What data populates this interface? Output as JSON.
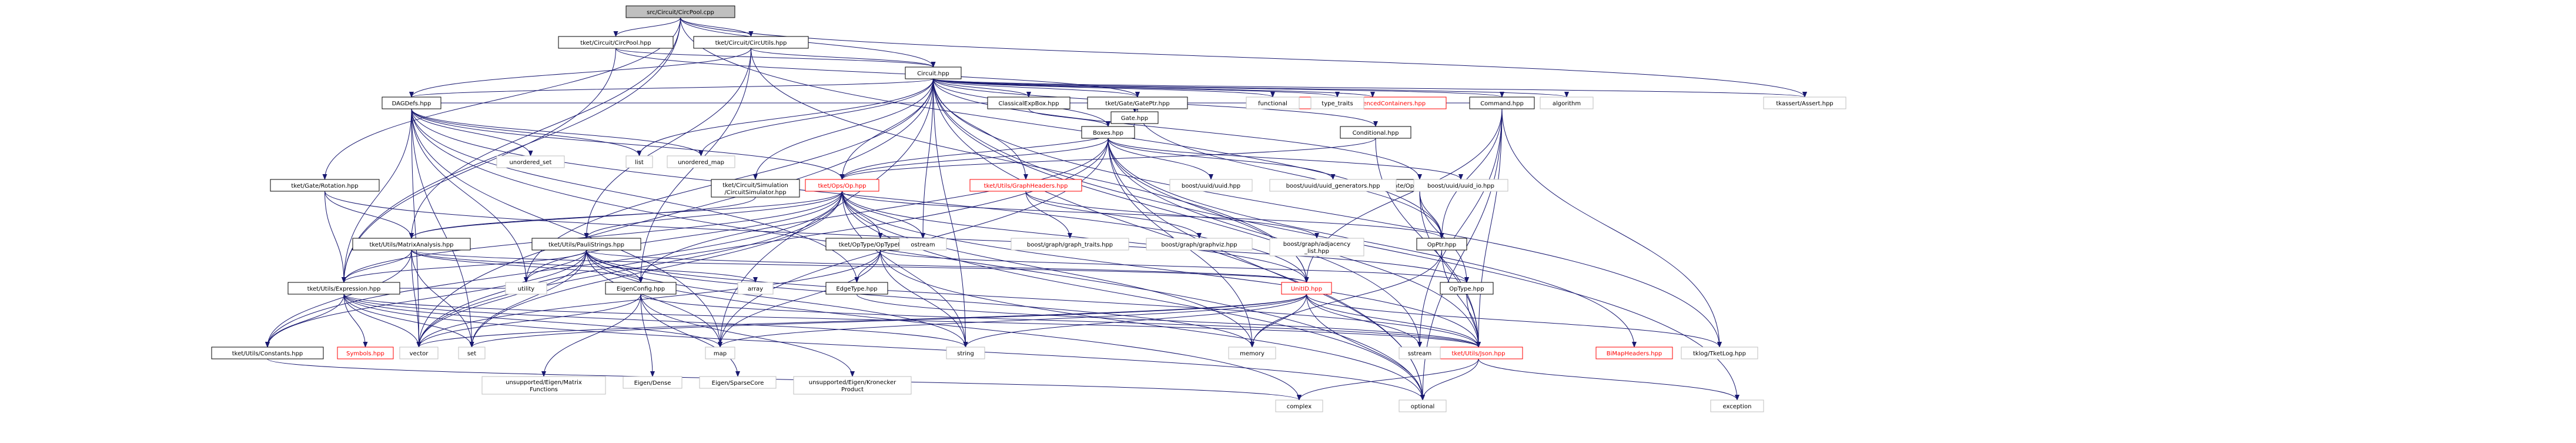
{
  "diagram": {
    "type": "include-dependency-graph",
    "colors": {
      "edge": "#191970",
      "root_fill": "#bfbfbf",
      "node_fill": "#ffffff",
      "box_border": "#000000",
      "file_border": "#bfbfbf",
      "truncated_border": "#ff0000",
      "truncated_text": "#ff0000"
    },
    "nodes": [
      {
        "id": "root",
        "label": "src/Circuit/CircPool.cpp",
        "kind": "root"
      },
      {
        "id": "circpool_hpp",
        "label": "tket/Circuit/CircPool.hpp",
        "kind": "box"
      },
      {
        "id": "circutils_hpp",
        "label": "tket/Circuit/CircUtils.hpp",
        "kind": "box"
      },
      {
        "id": "circuit_hpp",
        "label": "Circuit.hpp",
        "kind": "box"
      },
      {
        "id": "dagdefs_hpp",
        "label": "DAGDefs.hpp",
        "kind": "box"
      },
      {
        "id": "rotation_hpp",
        "label": "tket/Gate/Rotation.hpp",
        "kind": "box"
      },
      {
        "id": "classicalexpbox_hpp",
        "label": "ClassicalExpBox.hpp",
        "kind": "box"
      },
      {
        "id": "gateptr_hpp",
        "label": "tket/Gate/GatePtr.hpp",
        "kind": "box"
      },
      {
        "id": "boxes_hpp",
        "label": "Boxes.hpp",
        "kind": "box"
      },
      {
        "id": "gate_hpp",
        "label": "Gate.hpp",
        "kind": "box"
      },
      {
        "id": "command_hpp",
        "label": "Command.hpp",
        "kind": "box"
      },
      {
        "id": "conditional_hpp",
        "label": "Conditional.hpp",
        "kind": "box"
      },
      {
        "id": "opptrfunctions_hpp",
        "label": "tket/Gate/OpPtrFunctions.hpp",
        "kind": "box"
      },
      {
        "id": "op_hpp",
        "label": "tket/Ops/Op.hpp",
        "kind": "truncated"
      },
      {
        "id": "graphheaders_hpp",
        "label": "tket/Utils/GraphHeaders.hpp",
        "kind": "truncated"
      },
      {
        "id": "sequencedcontainers_hpp",
        "label": "tket/Utils/SequencedContainers.hpp",
        "kind": "truncated"
      },
      {
        "id": "circuitsimulator_hpp",
        "label": "tket/Circuit/Simulation\n/CircuitSimulator.hpp",
        "kind": "box"
      },
      {
        "id": "matrixanalysis_hpp",
        "label": "tket/Utils/MatrixAnalysis.hpp",
        "kind": "box"
      },
      {
        "id": "paulistrings_hpp",
        "label": "tket/Utils/PauliStrings.hpp",
        "kind": "box"
      },
      {
        "id": "optypeinfo_hpp",
        "label": "tket/OpType/OpTypeInfo.hpp",
        "kind": "box"
      },
      {
        "id": "opptr_hpp",
        "label": "OpPtr.hpp",
        "kind": "box"
      },
      {
        "id": "expression_hpp",
        "label": "tket/Utils/Expression.hpp",
        "kind": "box"
      },
      {
        "id": "eigenconfig_hpp",
        "label": "EigenConfig.hpp",
        "kind": "box"
      },
      {
        "id": "edgetype_hpp",
        "label": "EdgeType.hpp",
        "kind": "box"
      },
      {
        "id": "unitid_hpp",
        "label": "UnitID.hpp",
        "kind": "truncated"
      },
      {
        "id": "optype_hpp",
        "label": "OpType.hpp",
        "kind": "box"
      },
      {
        "id": "json_hpp",
        "label": "tket/Utils/Json.hpp",
        "kind": "truncated"
      },
      {
        "id": "constants_hpp",
        "label": "tket/Utils/Constants.hpp",
        "kind": "box"
      },
      {
        "id": "symbols_hpp",
        "label": "Symbols.hpp",
        "kind": "truncated"
      },
      {
        "id": "bimapheaders_hpp",
        "label": "BiMapHeaders.hpp",
        "kind": "truncated"
      },
      {
        "id": "tketassert_hpp",
        "label": "tkassert/Assert.hpp",
        "kind": "file"
      },
      {
        "id": "tketlog_hpp",
        "label": "tklog/TketLog.hpp",
        "kind": "file"
      },
      {
        "id": "functional",
        "label": "functional",
        "kind": "file"
      },
      {
        "id": "type_traits",
        "label": "type_traits",
        "kind": "file"
      },
      {
        "id": "algorithm",
        "label": "algorithm",
        "kind": "file"
      },
      {
        "id": "unordered_set",
        "label": "unordered_set",
        "kind": "file"
      },
      {
        "id": "list",
        "label": "list",
        "kind": "file"
      },
      {
        "id": "unordered_map",
        "label": "unordered_map",
        "kind": "file"
      },
      {
        "id": "ostream",
        "label": "ostream",
        "kind": "file"
      },
      {
        "id": "boost_uuid",
        "label": "boost/uuid/uuid.hpp",
        "kind": "file"
      },
      {
        "id": "boost_uuid_gen",
        "label": "boost/uuid/uuid_generators.hpp",
        "kind": "file"
      },
      {
        "id": "boost_uuid_io",
        "label": "boost/uuid/uuid_io.hpp",
        "kind": "file"
      },
      {
        "id": "boost_graph_traits",
        "label": "boost/graph/graph_traits.hpp",
        "kind": "file"
      },
      {
        "id": "boost_graphviz",
        "label": "boost/graph/graphviz.hpp",
        "kind": "file"
      },
      {
        "id": "boost_adjlist",
        "label": "boost/graph/adjacency\n_list.hpp",
        "kind": "file"
      },
      {
        "id": "array",
        "label": "array",
        "kind": "file"
      },
      {
        "id": "utility",
        "label": "utility",
        "kind": "file"
      },
      {
        "id": "set",
        "label": "set",
        "kind": "file"
      },
      {
        "id": "vector",
        "label": "vector",
        "kind": "file"
      },
      {
        "id": "map",
        "label": "map",
        "kind": "file"
      },
      {
        "id": "string",
        "label": "string",
        "kind": "file"
      },
      {
        "id": "memory",
        "label": "memory",
        "kind": "file"
      },
      {
        "id": "sstream",
        "label": "sstream",
        "kind": "file"
      },
      {
        "id": "optional",
        "label": "optional",
        "kind": "file"
      },
      {
        "id": "complex",
        "label": "complex",
        "kind": "file"
      },
      {
        "id": "exception",
        "label": "exception",
        "kind": "file"
      },
      {
        "id": "eigen_matrixfns",
        "label": "unsupported/Eigen/Matrix\nFunctions",
        "kind": "file"
      },
      {
        "id": "eigen_dense",
        "label": "Eigen/Dense",
        "kind": "file"
      },
      {
        "id": "eigen_sparse",
        "label": "Eigen/SparseCore",
        "kind": "file"
      },
      {
        "id": "eigen_kron",
        "label": "unsupported/Eigen/Kronecker\nProduct",
        "kind": "file"
      }
    ]
  }
}
